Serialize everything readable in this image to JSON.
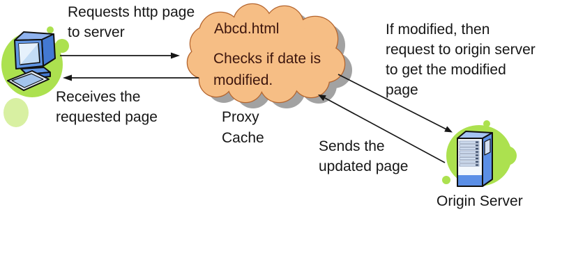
{
  "diagram": {
    "labels": {
      "request": "Requests http page\nto server",
      "receive": "Receives the\nrequested page",
      "proxy": "Proxy\nCache",
      "if_modified": "If modified, then\nrequest to origin server\nto get the modified\npage",
      "sends": "Sends the\nupdated page",
      "origin": "Origin Server"
    },
    "cloud": {
      "file": "Abcd.html",
      "note": "Checks if date is\nmodified."
    },
    "icons": {
      "client": "desktop-computer-icon",
      "proxy": "cloud-shape",
      "origin": "server-tower-icon"
    },
    "colors": {
      "cloud_fill": "#F6BE85",
      "cloud_stroke": "#B4652E",
      "cloud_shadow": "#A2A2A2",
      "cloud_text": "#3C150D",
      "blob_green": "#ACE14F",
      "blob_green_light": "#D8F0A2",
      "computer_blue": "#6095E4",
      "label_text": "#161616"
    }
  }
}
